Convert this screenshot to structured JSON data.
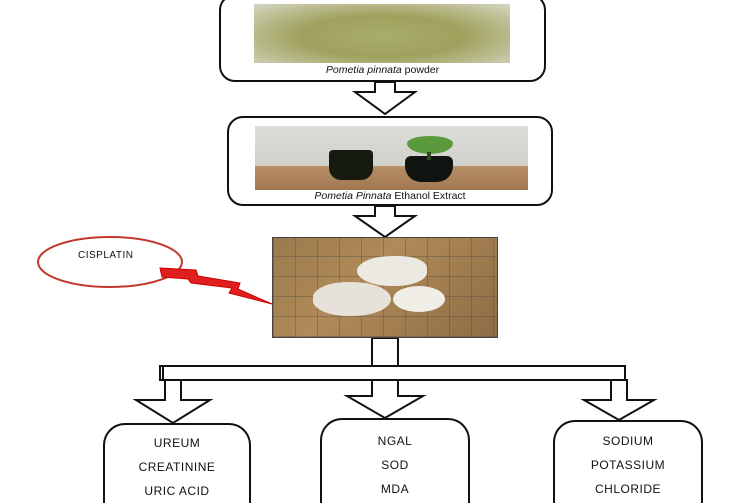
{
  "step1": {
    "caption_italic": "Pometia pinnata",
    "caption_rest": " powder"
  },
  "step2": {
    "caption_italic": "Pometia Pinnata",
    "caption_rest": " Ethanol Extract"
  },
  "treatment": {
    "label": "CISPLATIN"
  },
  "measures": [
    {
      "lines": [
        "UREUM",
        "CREATININE",
        "URIC ACID"
      ]
    },
    {
      "lines": [
        "NGAL",
        "SOD",
        "MDA"
      ]
    },
    {
      "lines": [
        "SODIUM",
        "POTASSIUM",
        "CHLORIDE"
      ]
    }
  ],
  "colors": {
    "stroke": "#111111",
    "ellipse": "#c0392b",
    "lightning": "#e02020"
  }
}
